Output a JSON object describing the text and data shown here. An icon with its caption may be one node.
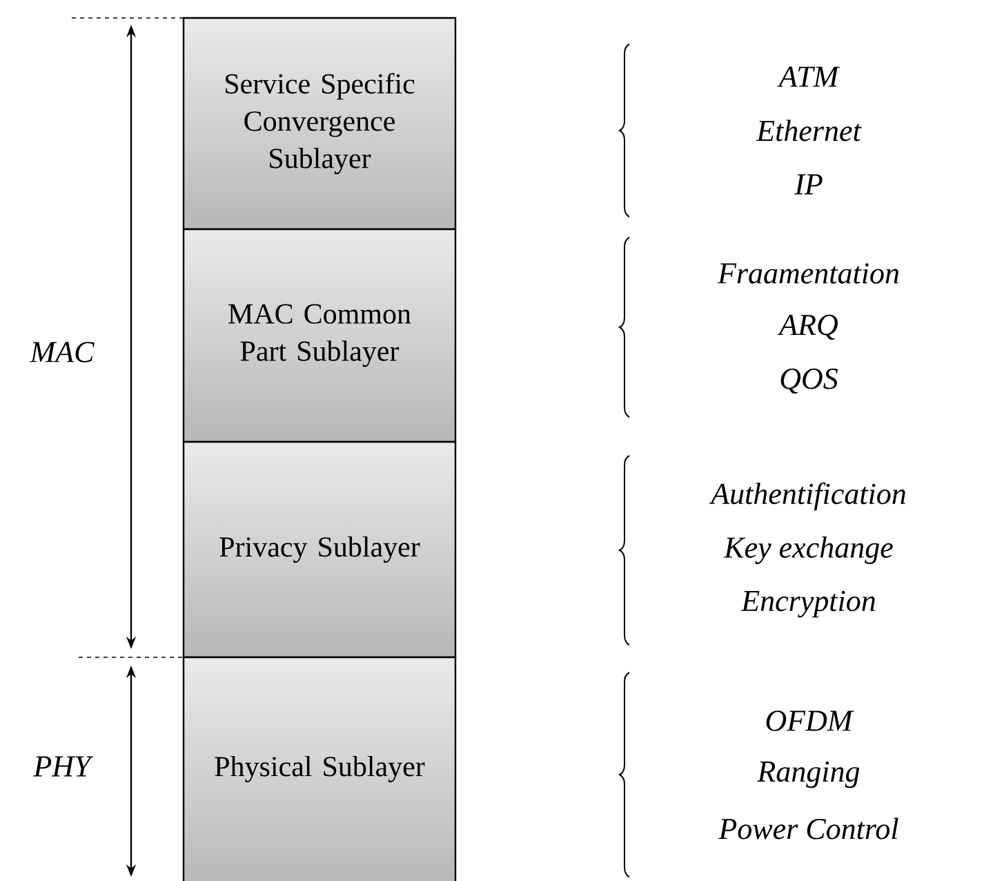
{
  "diagram": {
    "nodes": [
      {
        "text": [
          "Service Specific Convergence Sublayer"
        ],
        "beside": [
          "ATM",
          "Ethernet",
          "IP"
        ]
      },
      {
        "text": [
          "MAC Common Part Sublayer"
        ],
        "beside": [
          "Fraamentation",
          "ARQ",
          "QOS"
        ]
      },
      {
        "text": [
          "Privacy Sublayer"
        ],
        "beside": [
          "Authentification",
          "Key exchange",
          "Encryption"
        ]
      },
      {
        "text": [
          "Physical Sublayer"
        ],
        "beside": [
          "OFDM",
          "Ranging",
          "Power Control"
        ]
      }
    ],
    "labels": [
      "MAC",
      "PHY"
    ]
  }
}
